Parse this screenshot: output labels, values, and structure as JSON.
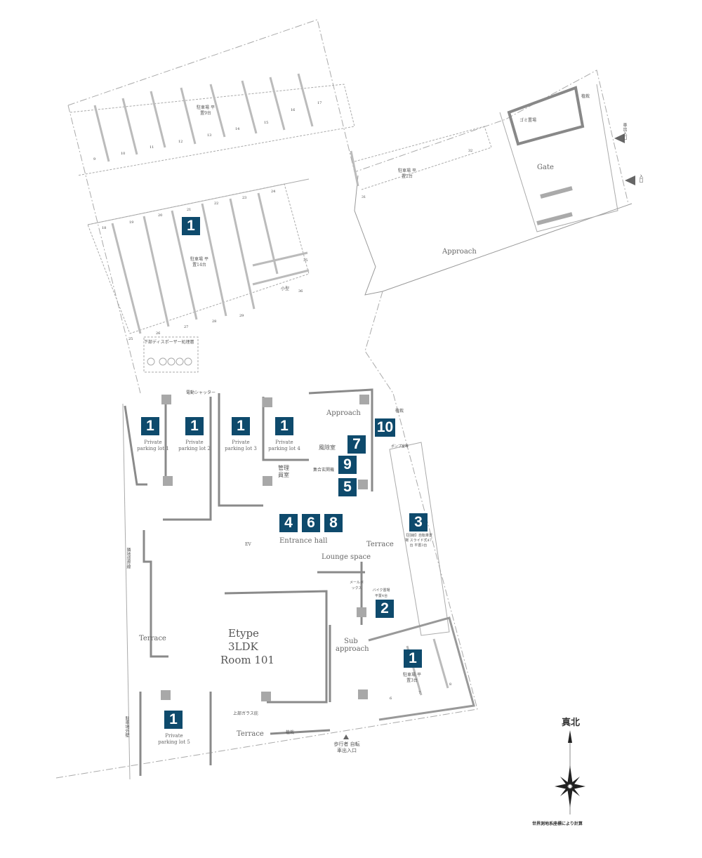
{
  "colors": {
    "badge": "#0e4a6c",
    "wall": "#8a8a8a",
    "column": "#a6a6a6",
    "line": "#9a9a9a"
  },
  "badges": {
    "top_lot": "1",
    "lot1": "1",
    "lot2": "1",
    "lot3": "1",
    "lot4": "1",
    "lot5": "1",
    "right_lot": "1",
    "b2": "2",
    "b3": "3",
    "b4": "4",
    "b5": "5",
    "b6": "6",
    "b7": "7",
    "b8": "8",
    "b9": "9",
    "b10": "10"
  },
  "labels": {
    "gate": "Gate",
    "approach_top": "Approach",
    "approach": "Approach",
    "entrance_hall": "Entrance hall",
    "lounge": "Lounge space",
    "terrace_right": "Terrace",
    "terrace_left": "Terrace",
    "terrace_bottom": "Terrace",
    "sub_approach": "Sub approach",
    "unit_type": "Etype",
    "unit_layout": "3LDK",
    "unit_room": "Room 101",
    "lot1": "Private parking lot 1",
    "lot2": "Private parking lot 2",
    "lot3": "Private parking lot 3",
    "lot4": "Private parking lot 4",
    "lot5": "Private parking lot 5",
    "windbreak": "風除室",
    "mailbox_panel": "集合玄関機",
    "manager": "管理員室",
    "ev": "EV",
    "garbage": "ゴミ置場",
    "parking_top": "駐車場 平置9台",
    "parking_mid": "駐車場 平置2台",
    "parking_big": "駐車場 平置14台",
    "parking_right": "駐車場 平置3台",
    "bike": "【回線】自転車置場 スライド式47台 平置3台",
    "motorbike": "バイク置場 平置4台",
    "mailbox": "メールボックス",
    "pump": "ポンプ室等",
    "planting1": "植栽",
    "planting2": "植栽",
    "planting3": "植栽",
    "shutter": "電動シャッター",
    "boundary": "隣地境界線",
    "disposer": "下部ディスポーザー処理層",
    "small": "小型",
    "car_entrance": "車出入口",
    "entrance": "入口",
    "pedestrian": "歩行者 自転車出入口",
    "skylight": "上部ガラス庇",
    "outer_wall": "駐車場外壁"
  },
  "lot_numbers": [
    "9",
    "10",
    "11",
    "12",
    "13",
    "14",
    "15",
    "16",
    "17",
    "31",
    "32",
    "18",
    "19",
    "20",
    "21",
    "22",
    "23",
    "24",
    "25",
    "26",
    "27",
    "28",
    "29",
    "35",
    "36",
    "6",
    "7",
    "8"
  ],
  "compass": {
    "title": "真北",
    "note": "世界測地系座標により計算"
  }
}
